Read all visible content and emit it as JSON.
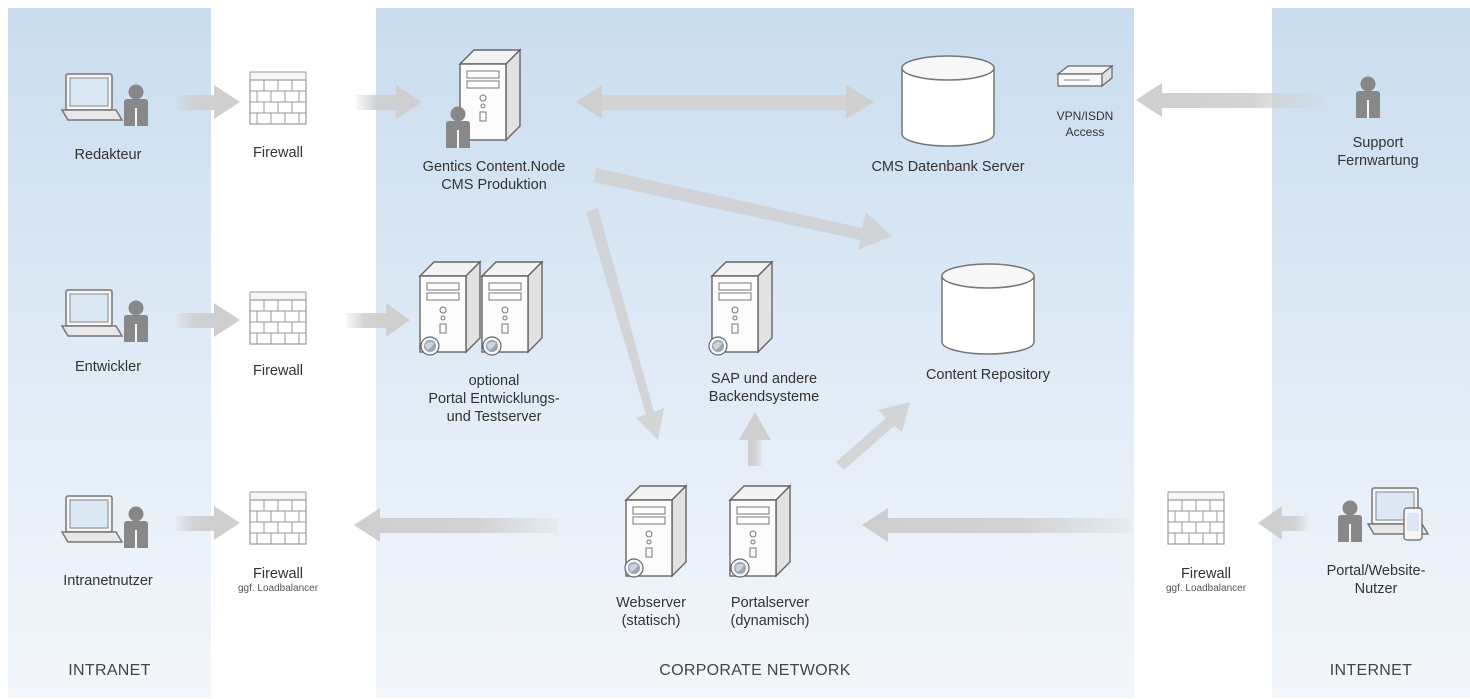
{
  "zones": {
    "intranet": "INTRANET",
    "corporate": "CORPORATE NETWORK",
    "internet": "INTERNET"
  },
  "nodes": {
    "redakteur": "Redakteur",
    "entwickler": "Entwickler",
    "intranetnutzer": "Intranetnutzer",
    "firewall_1": "Firewall",
    "firewall_2": "Firewall",
    "firewall_3": "Firewall",
    "firewall_3_sub": "ggf. Loadbalancer",
    "firewall_4": "Firewall",
    "firewall_4_sub": "ggf. Loadbalancer",
    "cms_line1": "Gentics Content.Node",
    "cms_line2": "CMS Produktion",
    "portal_line1": "optional",
    "portal_line2": "Portal Entwicklungs-",
    "portal_line3": "und Testserver",
    "sap_line1": "SAP und andere",
    "sap_line2": "Backendsysteme",
    "webserver_line1": "Webserver",
    "webserver_line2": "(statisch)",
    "portalserver_line1": "Portalserver",
    "portalserver_line2": "(dynamisch)",
    "cms_db": "CMS Datenbank Server",
    "content_repo": "Content Repository",
    "vpn_line1": "VPN/ISDN",
    "vpn_line2": "Access",
    "support_line1": "Support",
    "support_line2": "Fernwartung",
    "portal_user_line1": "Portal/Website-",
    "portal_user_line2": "Nutzer"
  }
}
